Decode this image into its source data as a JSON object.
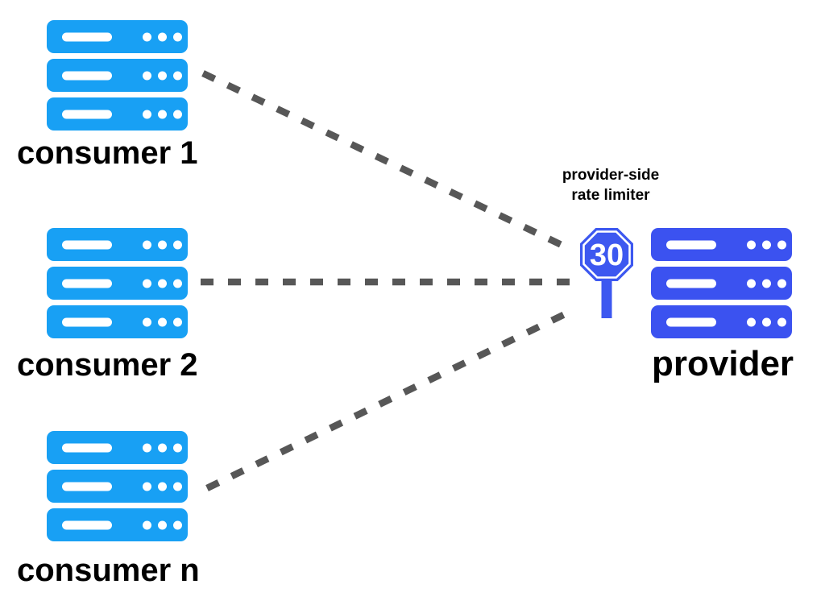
{
  "consumers": [
    {
      "label": "consumer 1"
    },
    {
      "label": "consumer 2"
    },
    {
      "label": "consumer n"
    }
  ],
  "provider": {
    "label": "provider"
  },
  "rate_limiter": {
    "caption_line1": "provider-side",
    "caption_line2": "rate limiter",
    "limit": "30"
  },
  "icons": {
    "consumer_server": "server-stack-icon",
    "provider_server": "server-stack-icon",
    "rate_limiter": "stop-sign-icon"
  },
  "colors": {
    "consumer_server": "#18A0F4",
    "provider_server": "#3B52F0",
    "sign": "#3D58F0",
    "dash": "#575757",
    "text": "#000000",
    "background": "#FFFFFF"
  }
}
